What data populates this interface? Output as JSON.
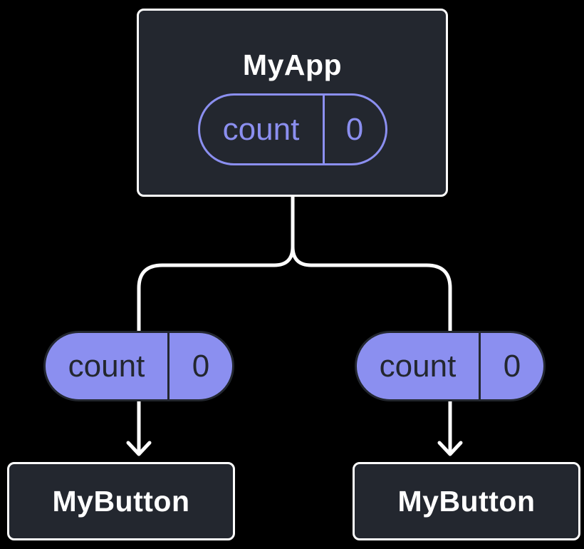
{
  "diagram": {
    "root": {
      "title": "MyApp",
      "state_pill": {
        "label": "count",
        "value": "0"
      }
    },
    "children": [
      {
        "title": "MyButton",
        "prop_pill": {
          "label": "count",
          "value": "0"
        }
      },
      {
        "title": "MyButton",
        "prop_pill": {
          "label": "count",
          "value": "0"
        }
      }
    ]
  },
  "colors": {
    "background": "#000000",
    "surface": "#23272F",
    "accent": "#8B8FF0",
    "line": "#FFFFFF",
    "title_text": "#FFFFFF",
    "pill_filled_text": "#23272F"
  }
}
